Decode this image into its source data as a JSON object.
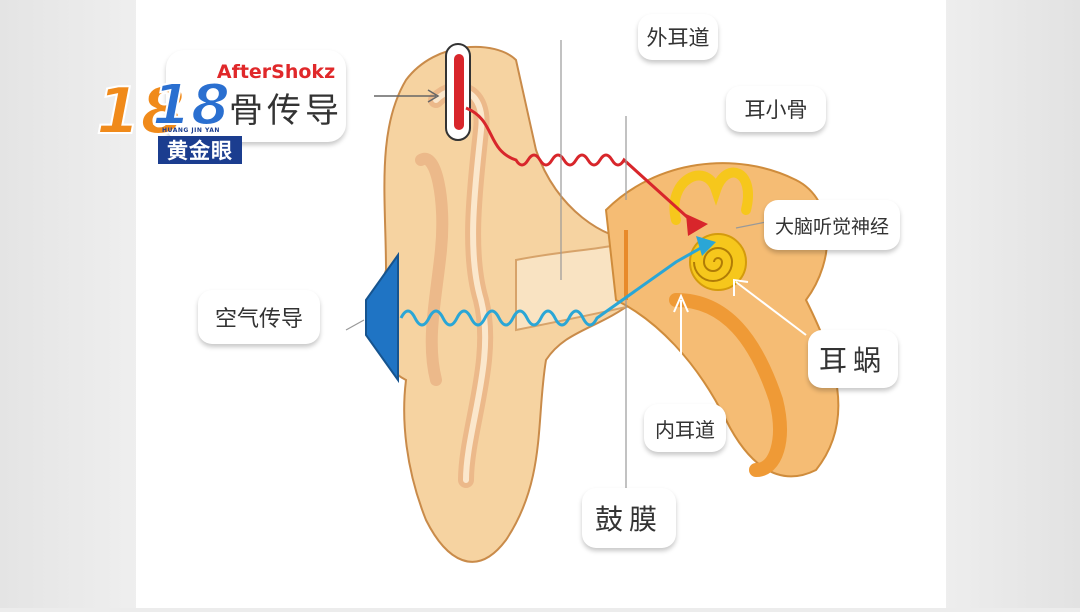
{
  "brand": {
    "name": "AfterShokz",
    "color": "#e0282a"
  },
  "labels": {
    "bone_conduction": "骨传导",
    "outer_canal": "外耳道",
    "ossicles": "耳小骨",
    "auditory_nerve": "大脑听觉神经",
    "air_conduction": "空气传导",
    "cochlea": "耳蜗",
    "inner_canal": "内耳道",
    "eardrum": "鼓膜"
  },
  "watermark": {
    "number_left": "18",
    "number_right": "18",
    "subtitle": "HUANG JIN YAN",
    "channel": "黄金眼"
  },
  "colors": {
    "bone_wave": "#d8262b",
    "air_wave": "#2aa6d6",
    "speaker": "#1f74c4",
    "skin": "#f6d3a1",
    "cochlea": "#f6c71c"
  },
  "icons": [
    "arrow-icon",
    "speaker-icon",
    "bone-conduction-device-icon",
    "sound-wave-icon"
  ]
}
